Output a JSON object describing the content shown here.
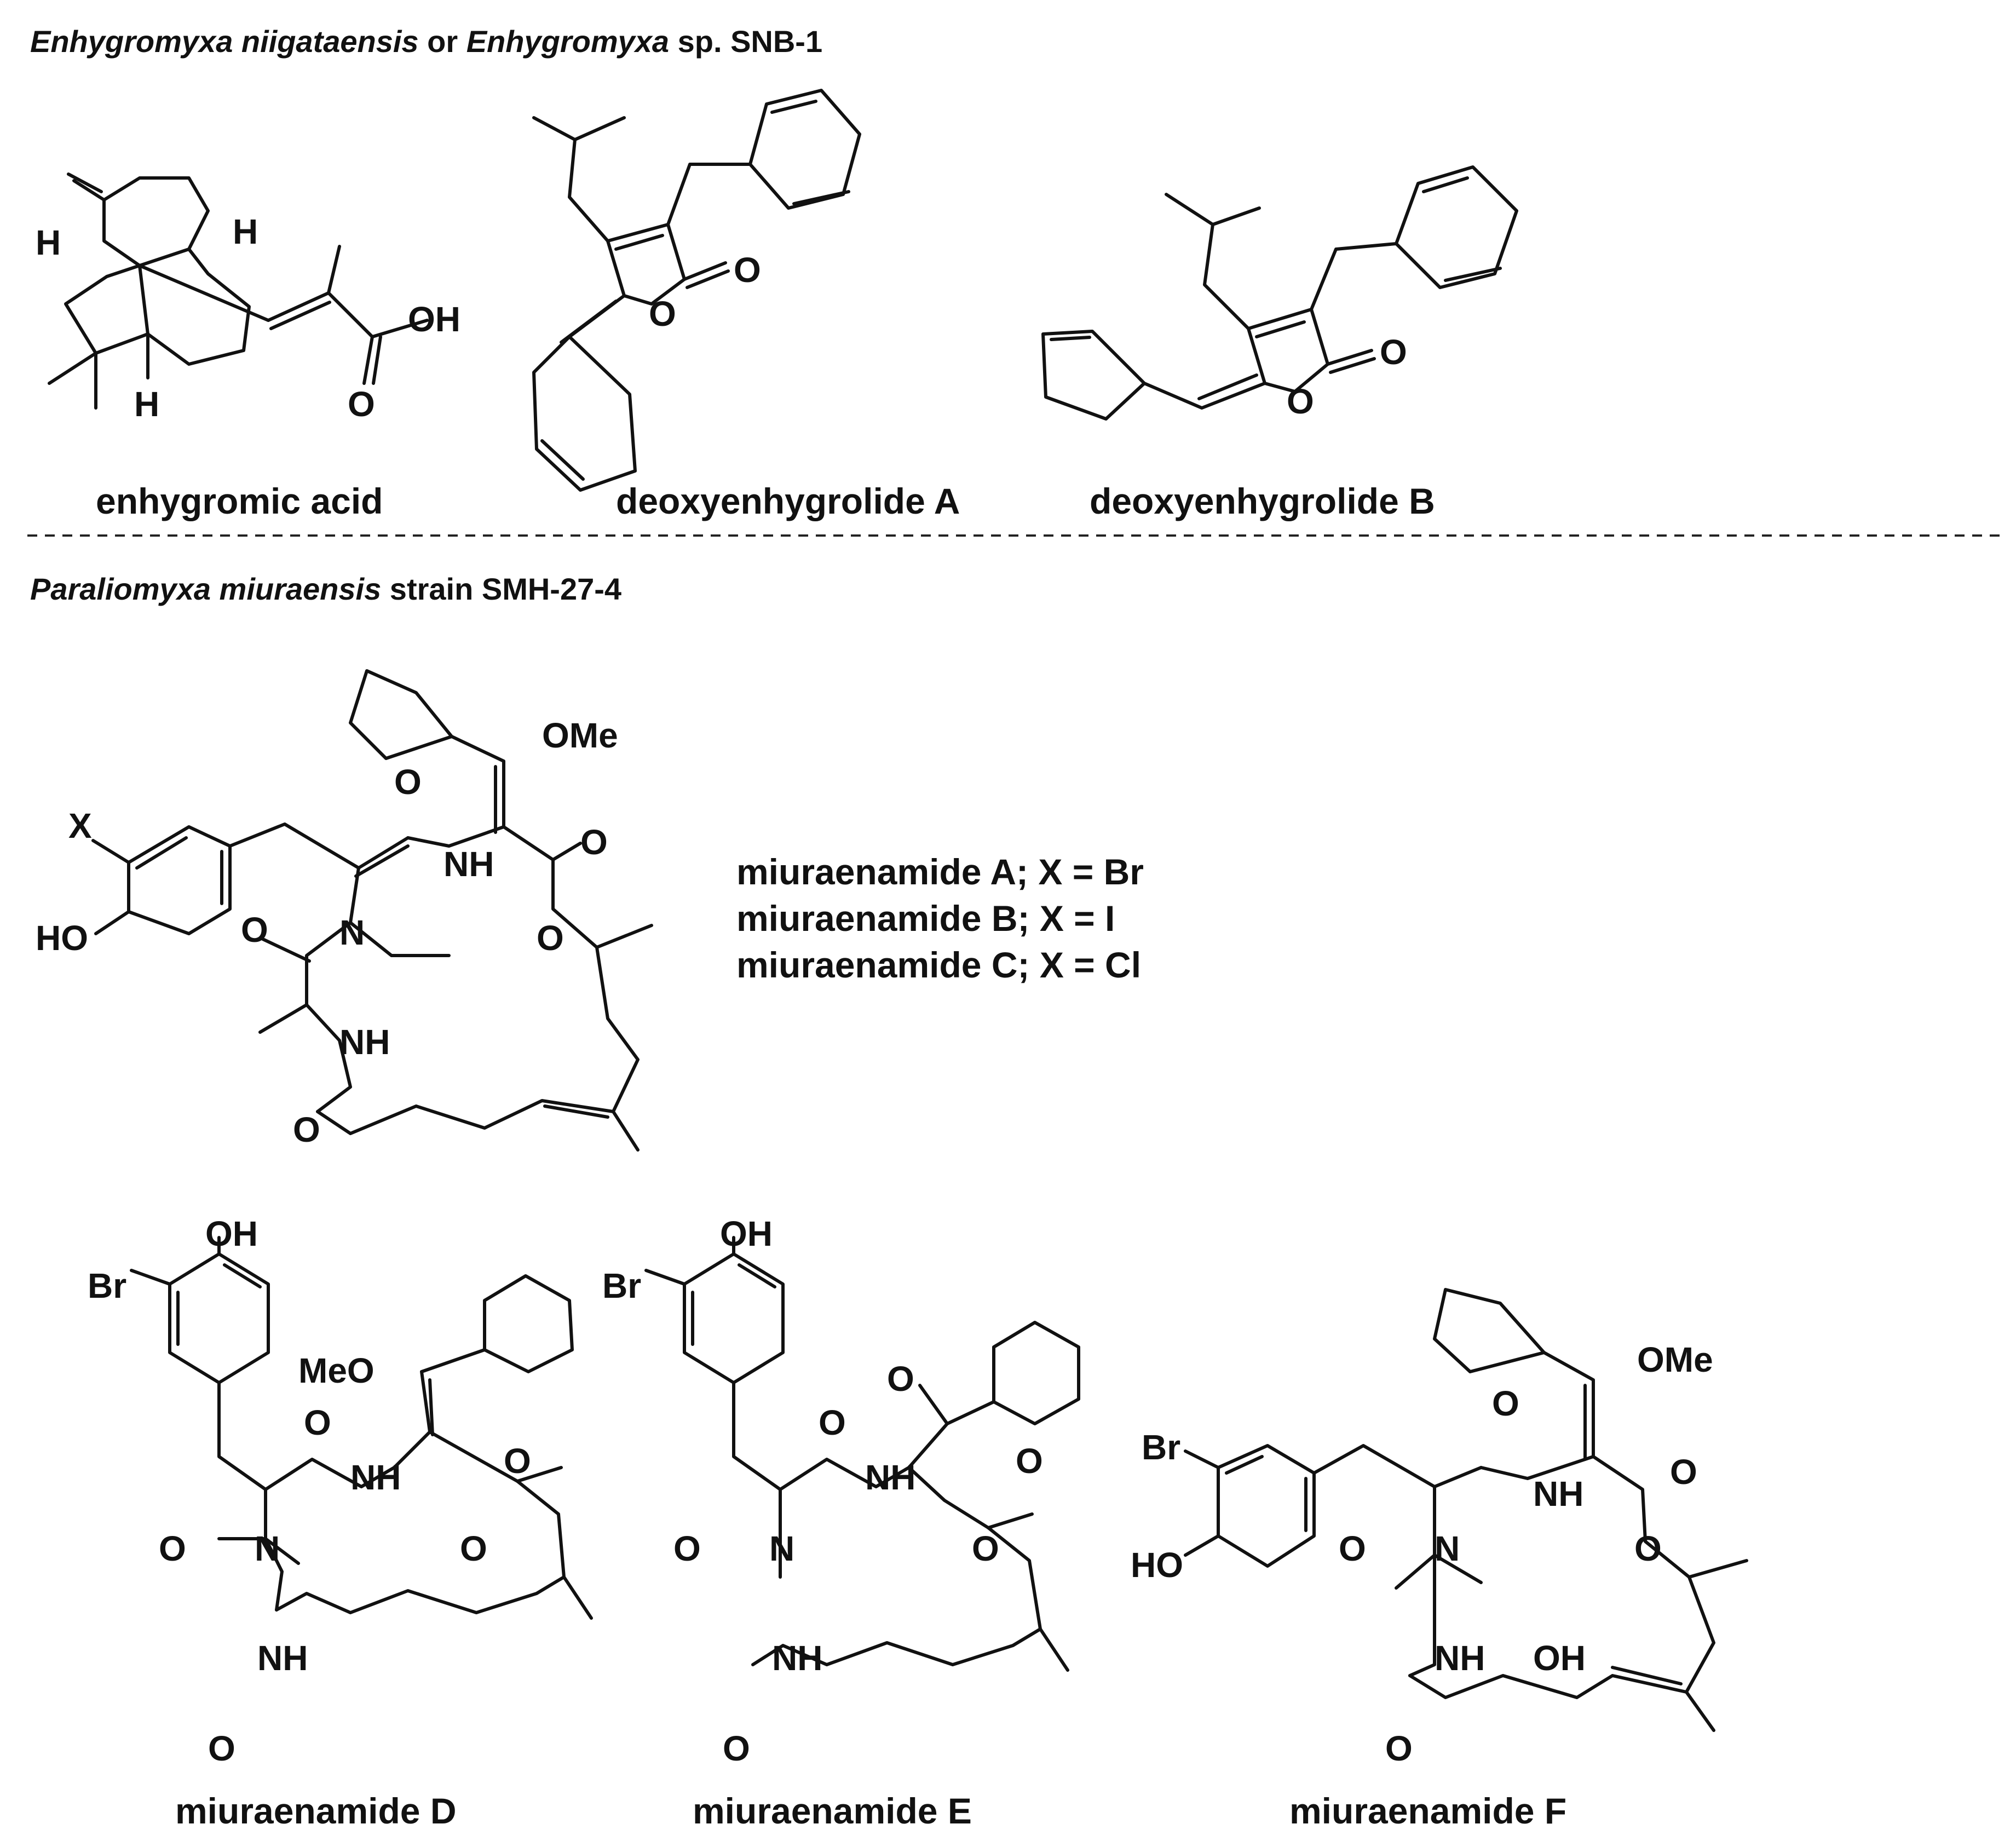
{
  "sections": [
    {
      "organism_italic": "Enhygromyxa niigataensis",
      "organism_join": " or ",
      "organism_italic_2": "Enhygromyxa",
      "organism_suffix": " sp. SNB-1"
    },
    {
      "organism_italic": "Paraliomyxa miuraensis",
      "organism_suffix": " strain SMH-27-4"
    }
  ],
  "compounds": {
    "enhygromic_acid": "enhygromic acid",
    "deoxyenhygrolide_a": "deoxyenhygrolide A",
    "deoxyenhygrolide_b": "deoxyenhygrolide B",
    "miuraenamide_abc": [
      "miuraenamide A; X = Br",
      "miuraenamide B; X = I",
      "miuraenamide C; X = Cl"
    ],
    "miuraenamide_d": "miuraenamide D",
    "miuraenamide_e": "miuraenamide E",
    "miuraenamide_f": "miuraenamide F"
  },
  "atoms": {
    "H": "H",
    "OH": "OH",
    "O": "O",
    "OMe": "OMe",
    "MeO": "MeO",
    "X": "X",
    "HO": "HO",
    "N": "N",
    "NH": "NH",
    "Br": "Br"
  }
}
